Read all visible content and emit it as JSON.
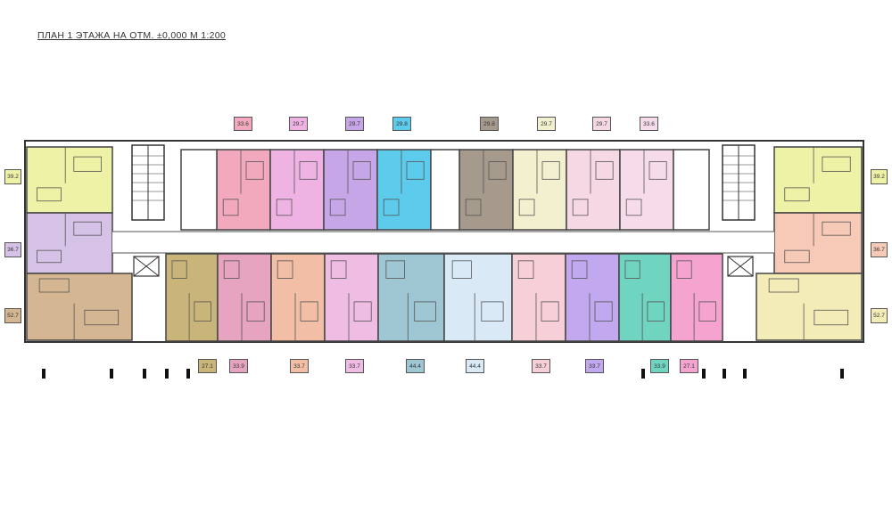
{
  "title": "ПЛАН 1 ЭТАЖА НА ОТМ. ±0,000   М 1:200",
  "top_units": [
    {
      "area": "33.6",
      "color": "#f2a9bd"
    },
    {
      "area": "29.7",
      "color": "#eeb3e3"
    },
    {
      "area": "29.7",
      "color": "#c6a6e6"
    },
    {
      "area": "29.8",
      "color": "#5ccbec"
    },
    {
      "area": "29.8",
      "color": "#a59a8c"
    },
    {
      "area": "29.7",
      "color": "#f3f0cf"
    },
    {
      "area": "29.7",
      "color": "#f5d8e4"
    },
    {
      "area": "33.6",
      "color": "#f6dcea"
    }
  ],
  "bottom_units": [
    {
      "area": "27.1",
      "color": "#c9b57a"
    },
    {
      "area": "33.9",
      "color": "#e6a4c0"
    },
    {
      "area": "33.7",
      "color": "#f2bfa6"
    },
    {
      "area": "33.7",
      "color": "#efbce4"
    },
    {
      "area": "44.4",
      "color": "#9fc7d3"
    },
    {
      "area": "44.4",
      "color": "#d9e9f6"
    },
    {
      "area": "33.7",
      "color": "#f6cfd7"
    },
    {
      "area": "33.7",
      "color": "#c1a8ef"
    },
    {
      "area": "33.9",
      "color": "#6fd5c0"
    },
    {
      "area": "27.1",
      "color": "#f4a4cf"
    }
  ],
  "left_units": [
    {
      "area": "39.2",
      "color": "#eef2a6"
    },
    {
      "area": "36.7",
      "color": "#d6c2e6"
    },
    {
      "area": "52.7",
      "color": "#d4b692"
    }
  ],
  "right_units": [
    {
      "area": "39.2",
      "color": "#eef2a6"
    },
    {
      "area": "36.7",
      "color": "#f7c9b7"
    },
    {
      "area": "52.7",
      "color": "#f4ecb6"
    }
  ]
}
